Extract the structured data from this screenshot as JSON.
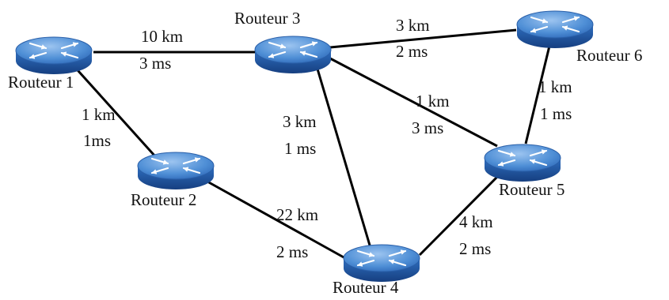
{
  "routers": [
    {
      "id": "r1",
      "label": "Routeur 1"
    },
    {
      "id": "r2",
      "label": "Routeur 2"
    },
    {
      "id": "r3",
      "label": "Routeur 3"
    },
    {
      "id": "r4",
      "label": "Routeur 4"
    },
    {
      "id": "r5",
      "label": "Routeur 5"
    },
    {
      "id": "r6",
      "label": "Routeur 6"
    }
  ],
  "links": [
    {
      "from": "r1",
      "to": "r3",
      "distance": "10 km",
      "latency": "3 ms"
    },
    {
      "from": "r1",
      "to": "r2",
      "distance": "1 km",
      "latency": "1ms"
    },
    {
      "from": "r3",
      "to": "r6",
      "distance": "3 km",
      "latency": "2 ms"
    },
    {
      "from": "r3",
      "to": "r5",
      "distance": "1 km",
      "latency": "3 ms"
    },
    {
      "from": "r3",
      "to": "r4",
      "distance": "3 km",
      "latency": "1 ms"
    },
    {
      "from": "r6",
      "to": "r5",
      "distance": "1 km",
      "latency": "1 ms"
    },
    {
      "from": "r2",
      "to": "r4",
      "distance": "22 km",
      "latency": "2 ms"
    },
    {
      "from": "r4",
      "to": "r5",
      "distance": "4 km",
      "latency": "2 ms"
    }
  ],
  "colors": {
    "router_top": "#4f8fd6",
    "router_side": "#1d5aa8",
    "router_arrows": "#ffffff",
    "link": "#000000"
  }
}
